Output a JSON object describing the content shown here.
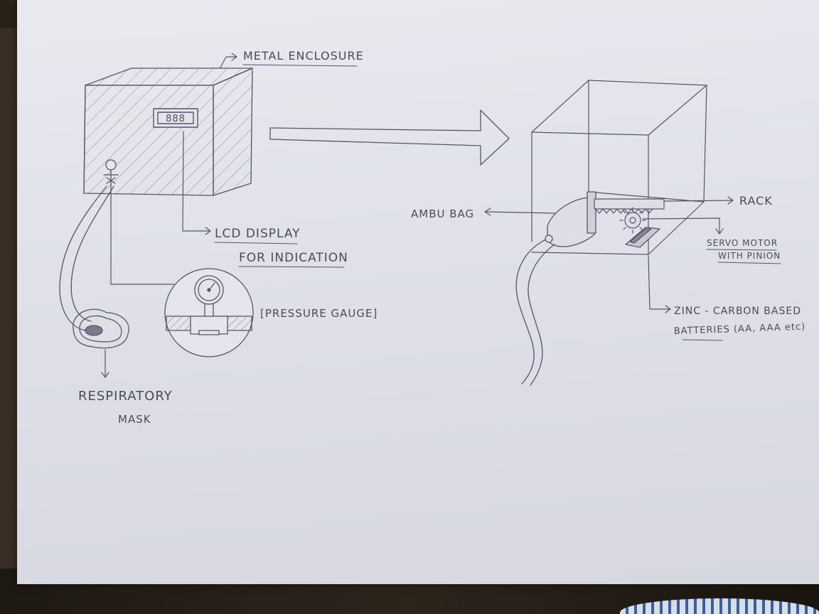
{
  "labels": {
    "metal_enclosure": "METAL ENCLOSURE",
    "lcd_display_line1": "LCD DISPLAY",
    "lcd_display_line2": "FOR INDICATION",
    "pressure_gauge": "[PRESSURE GAUGE]",
    "respiratory_line1": "RESPIRATORY",
    "respiratory_line2": "MASK",
    "ambu_bag": "AMBU BAG",
    "rack": "RACK",
    "servo_line1": "SERVO MOTOR",
    "servo_line2": "WITH PINION",
    "battery_line1": "ZINC - CARBON BASED",
    "battery_line2": "BATTERIES (AA, AAA etc)",
    "lcd_digits": "888"
  },
  "colors": {
    "pencil": "#55556a",
    "paper": "#e4e5ec",
    "desk": "#3a2f26"
  }
}
